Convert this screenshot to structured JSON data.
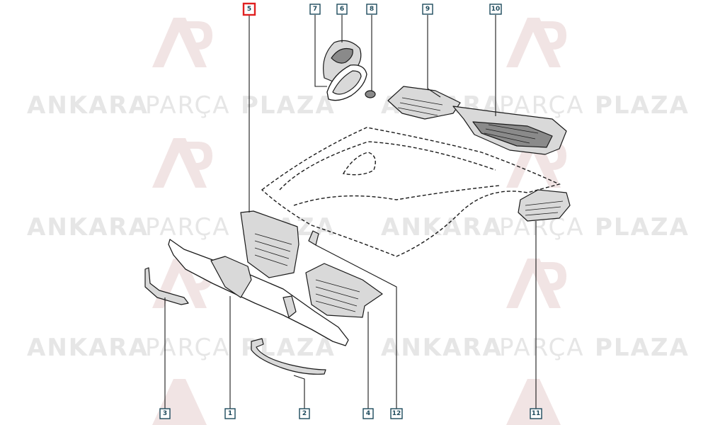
{
  "watermark": {
    "word1": "ANKARA",
    "word2": "PARÇA",
    "word3": "PLAZA"
  },
  "callouts": [
    {
      "id": "5",
      "label": "5",
      "highlighted": true
    },
    {
      "id": "7",
      "label": "7",
      "highlighted": false
    },
    {
      "id": "6",
      "label": "6",
      "highlighted": false
    },
    {
      "id": "8",
      "label": "8",
      "highlighted": false
    },
    {
      "id": "9",
      "label": "9",
      "highlighted": false
    },
    {
      "id": "10",
      "label": "10",
      "highlighted": false
    },
    {
      "id": "3",
      "label": "3",
      "highlighted": false
    },
    {
      "id": "1",
      "label": "1",
      "highlighted": false
    },
    {
      "id": "2",
      "label": "2",
      "highlighted": false
    },
    {
      "id": "4",
      "label": "4",
      "highlighted": false
    },
    {
      "id": "12",
      "label": "12",
      "highlighted": false
    },
    {
      "id": "11",
      "label": "11",
      "highlighted": false
    }
  ],
  "colors": {
    "highlight": "#e02020",
    "callout": "#1d4a5c",
    "watermark": "#e6e6e6"
  }
}
